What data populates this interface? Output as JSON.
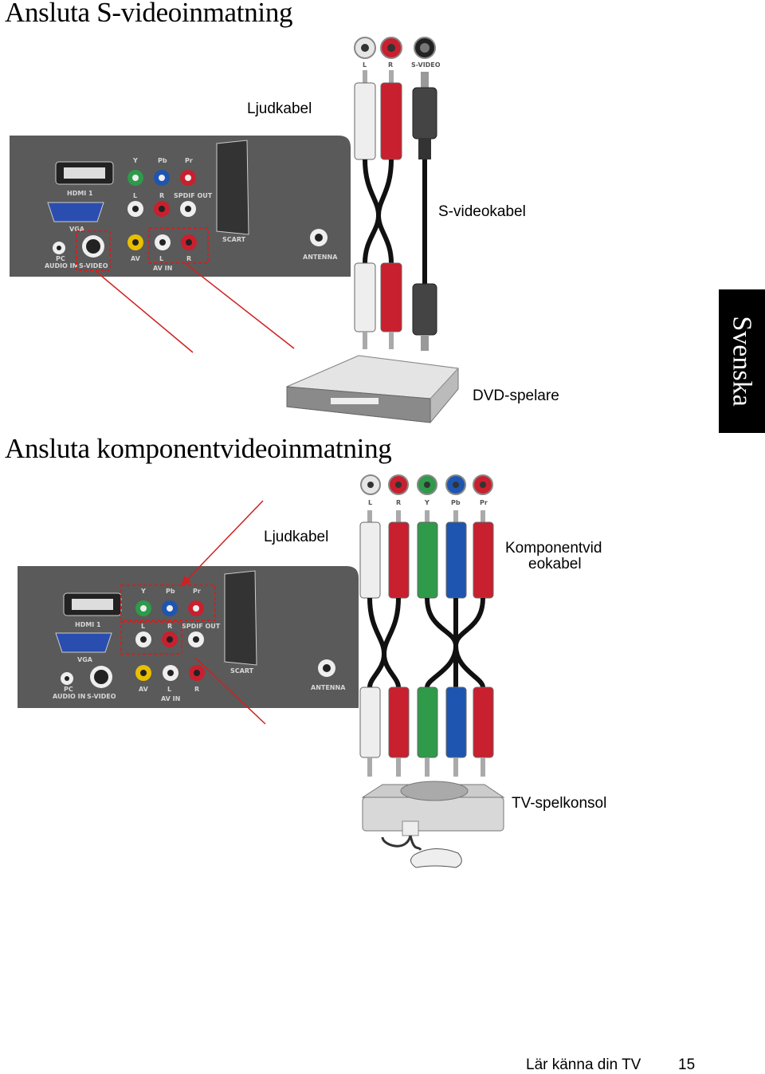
{
  "section1": {
    "heading": "Ansluta S-videoinmatning",
    "audio_cable_label": "Ljudkabel",
    "svideo_cable_label": "S-videokabel",
    "device_label": "DVD-spelare",
    "connector_labels": [
      "L",
      "R",
      "S-VIDEO"
    ]
  },
  "section2": {
    "heading": "Ansluta komponentvideoinmatning",
    "audio_cable_label": "Ljudkabel",
    "component_cable_label_line1": "Komponentvid",
    "component_cable_label_line2": "eokabel",
    "device_label": "TV-spelkonsol",
    "connector_labels": [
      "L",
      "R",
      "Y",
      "Pb",
      "Pr"
    ]
  },
  "tv_panel": {
    "hdmi": "HDMI 1",
    "vga": "VGA",
    "pc_audio_in_line1": "PC",
    "pc_audio_in_line2": "AUDIO IN",
    "svideo": "S-VIDEO",
    "y": "Y",
    "pb": "Pb",
    "pr": "Pr",
    "l": "L",
    "r": "R",
    "spdif_out": "SPDIF OUT",
    "av": "AV",
    "av_in": "AV IN",
    "scart": "SCART",
    "antenna": "ANTENNA"
  },
  "side_tab": "Svenska",
  "footer": {
    "chapter": "Lär känna din TV",
    "page_number": "15"
  },
  "colors": {
    "panel": "#5a5a5a",
    "red_plug": "#c8202e",
    "green_plug": "#2e9a4a",
    "blue_plug": "#1e55b0",
    "highlight": "#d02020",
    "tab": "#000000"
  }
}
